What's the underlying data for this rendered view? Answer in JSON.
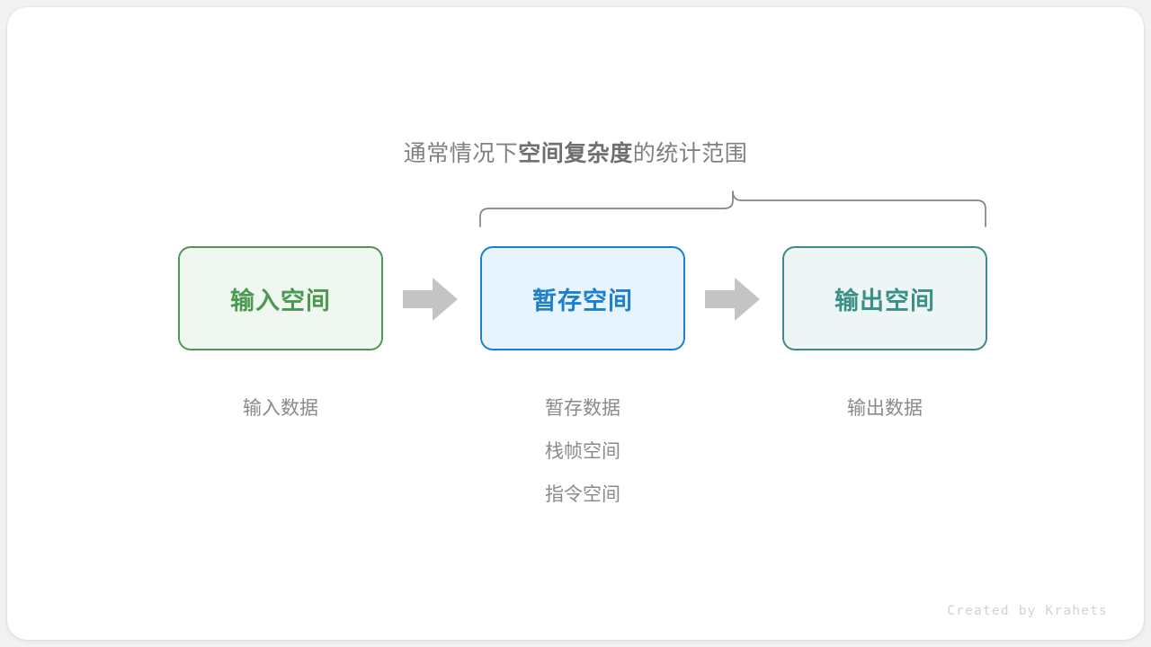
{
  "heading": {
    "prefix": "通常情况下",
    "emphasis": "空间复杂度",
    "suffix": "的统计范围"
  },
  "brace": {
    "label": "curly-brace-span",
    "color": "#808080"
  },
  "boxes": [
    {
      "id": "input",
      "label": "输入空间",
      "border_color": "#53955a",
      "fill_color": "#f0f7f0",
      "text_color": "#4a9a52"
    },
    {
      "id": "buffer",
      "label": "暂存空间",
      "border_color": "#1a7fd4",
      "fill_color": "#e8f4fd",
      "text_color": "#1e80cc"
    },
    {
      "id": "output",
      "label": "输出空间",
      "border_color": "#3b8b84",
      "fill_color": "#edf6f4",
      "text_color": "#3b8f86"
    }
  ],
  "arrows": [
    {
      "id": "arrow-1",
      "color": "#c4c4c4"
    },
    {
      "id": "arrow-2",
      "color": "#c4c4c4"
    }
  ],
  "captions": {
    "input": [
      "输入数据"
    ],
    "buffer": [
      "暂存数据",
      "栈帧空间",
      "指令空间"
    ],
    "output": [
      "输出数据"
    ]
  },
  "footer": {
    "credit": "Created by Krahets"
  }
}
